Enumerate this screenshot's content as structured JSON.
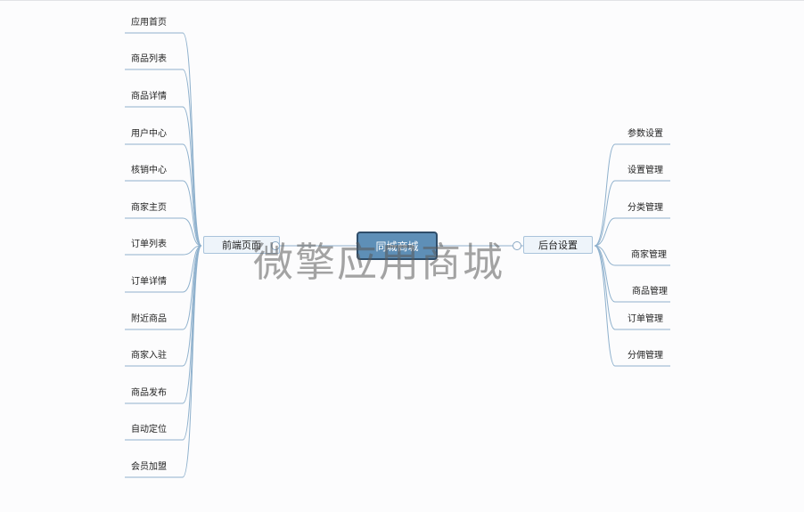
{
  "mindmap": {
    "central": "同城商城",
    "left_branch": {
      "label": "前端页面",
      "items": [
        "应用首页",
        "商品列表",
        "商品详情",
        "用户中心",
        "核销中心",
        "商家主页",
        "订单列表",
        "订单详情",
        "附近商品",
        "商家入驻",
        "商品发布",
        "自动定位",
        "会员加盟"
      ]
    },
    "right_branch": {
      "label": "后台设置",
      "items": [
        "参数设置",
        "设置管理",
        "分类管理",
        "商家管理",
        "商品管理",
        "订单管理",
        "分佣管理"
      ]
    }
  },
  "watermark": "微擎应用商城",
  "colors": {
    "central_fill": "#5e8fb7",
    "central_border": "#2f4d69",
    "branch_fill": "#eef4fa",
    "branch_border": "#a9c3db",
    "link": "#8fb1cd"
  }
}
